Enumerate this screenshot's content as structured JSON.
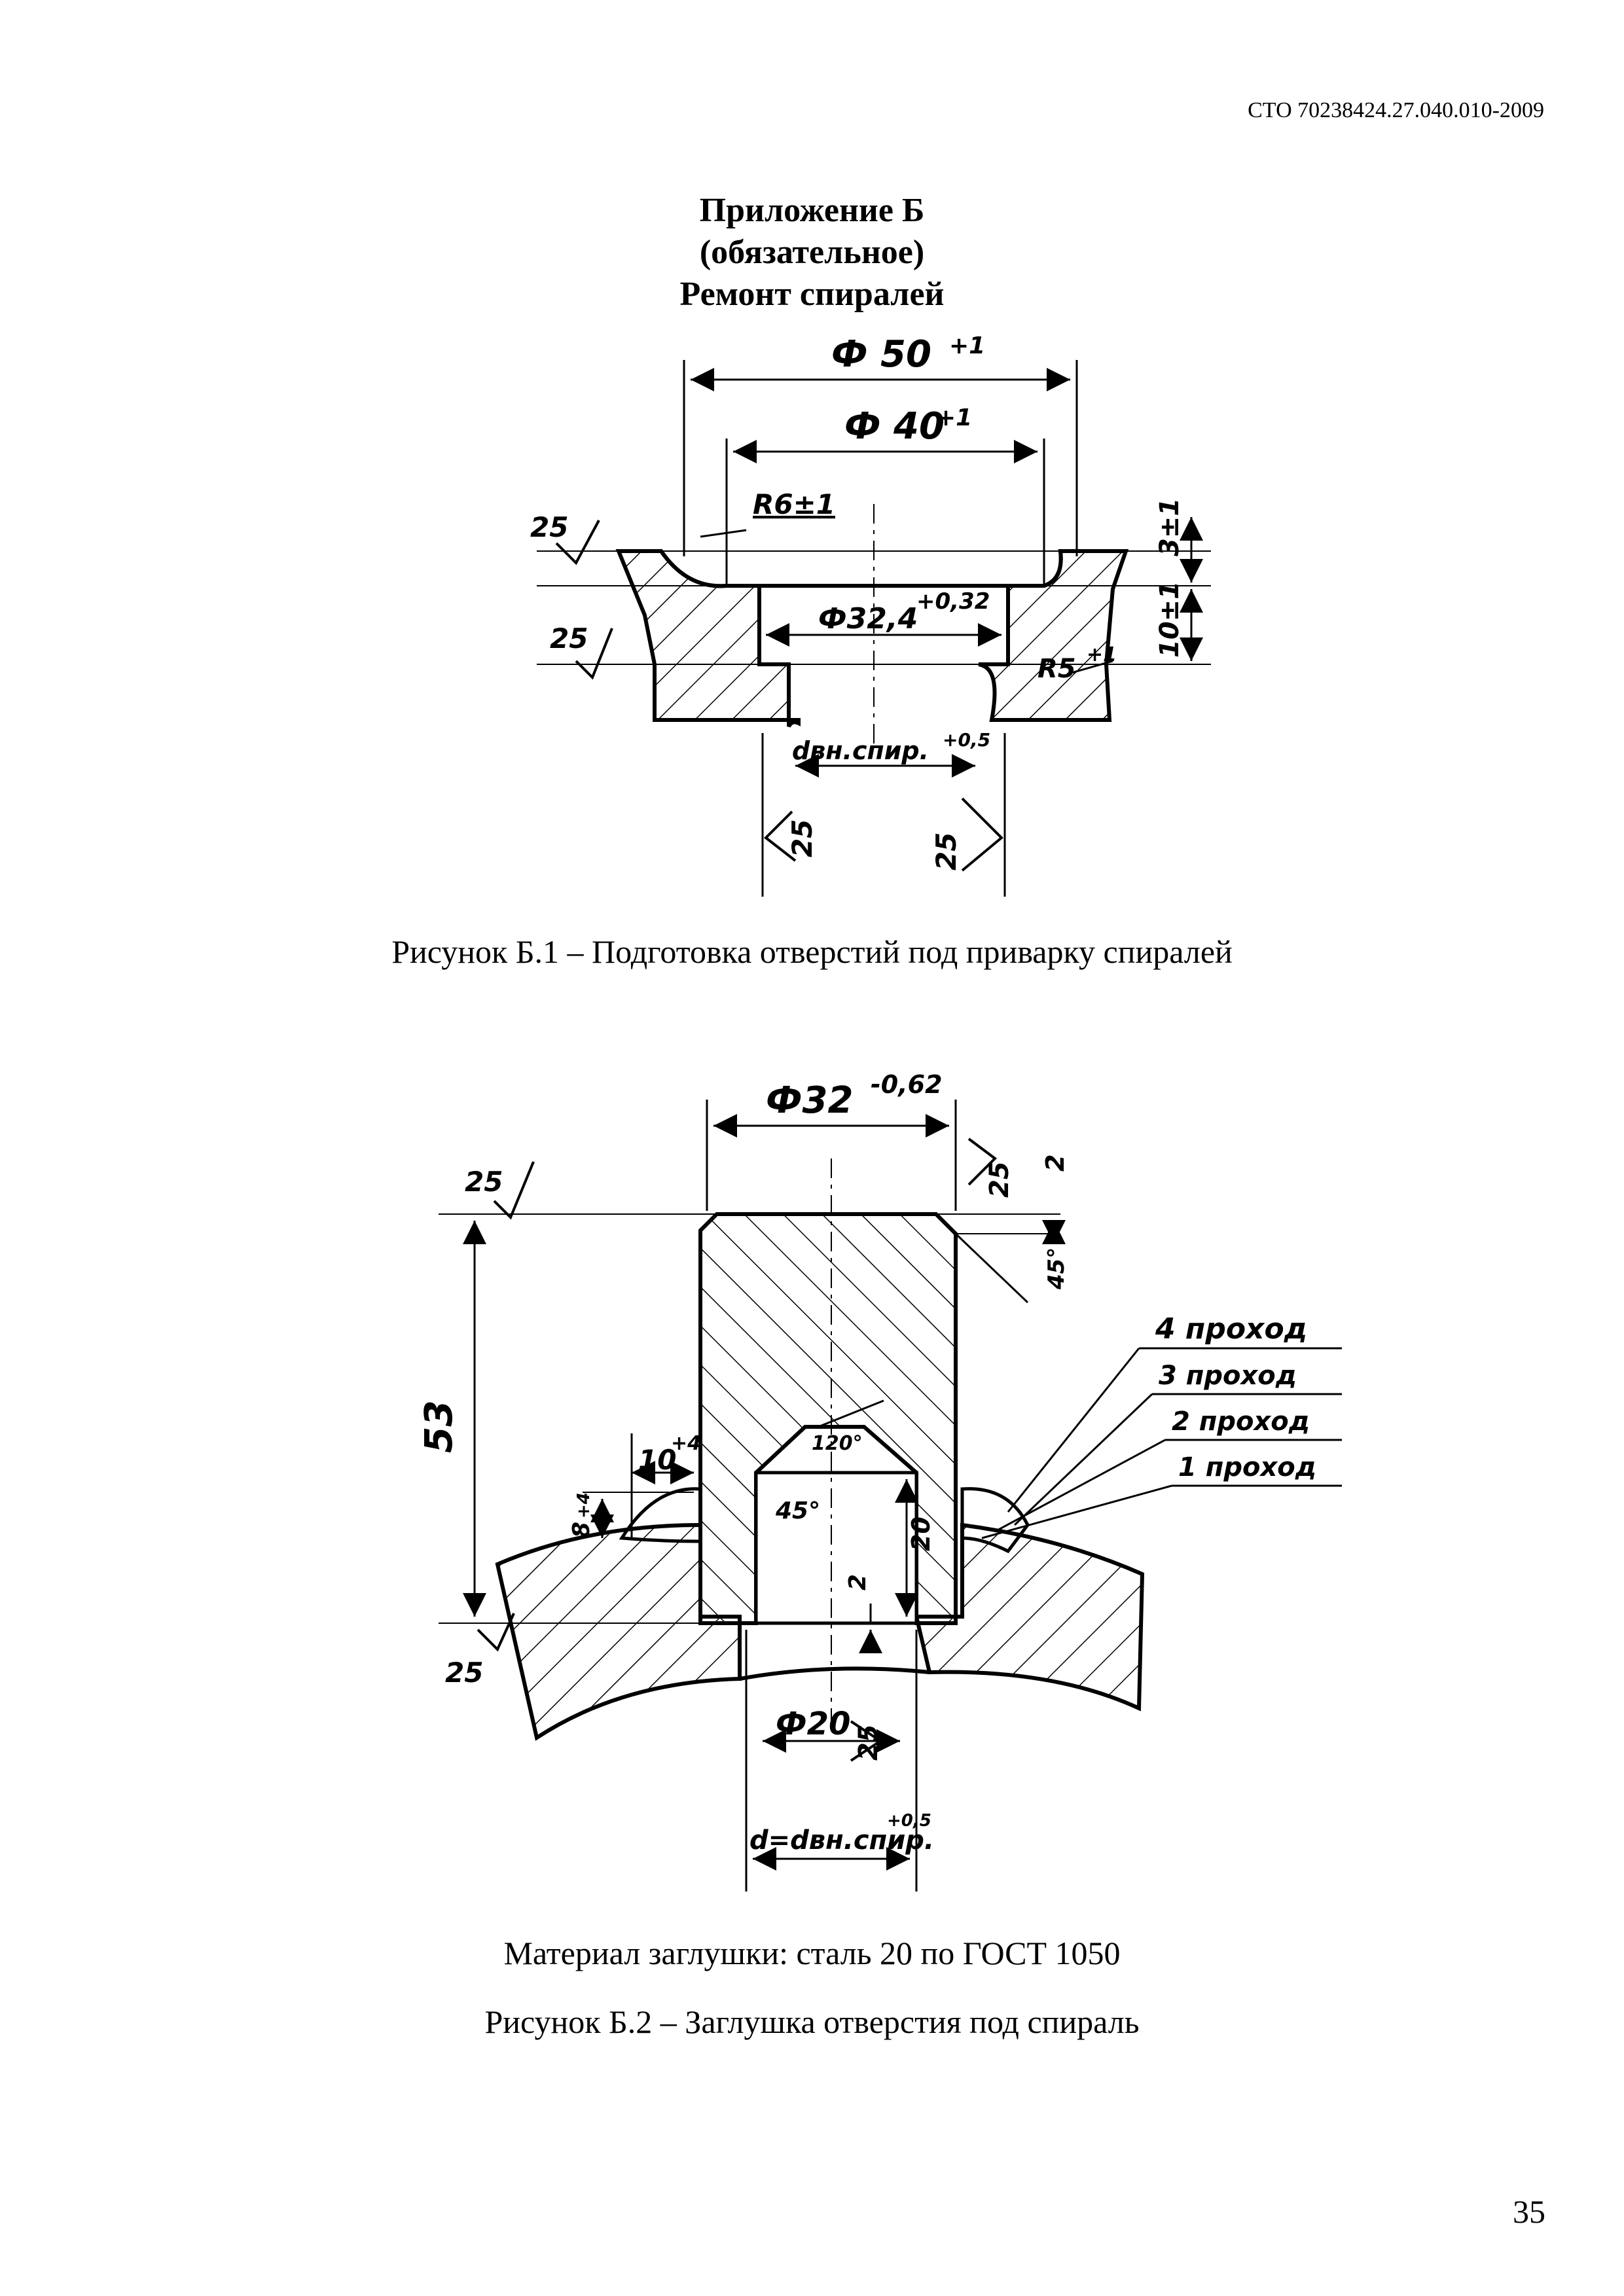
{
  "header": {
    "standard_code": "СТО 70238424.27.040.010-2009"
  },
  "appendix": {
    "title": "Приложение Б",
    "status": "(обязательное)",
    "subtitle": "Ремонт спиралей"
  },
  "figure1": {
    "caption": "Рисунок Б.1 – Подготовка отверстий под приварку спиралей",
    "dims": {
      "d50": "Ф 50",
      "d50_tol": "+1",
      "d40": "Ф 40",
      "d40_tol": "+1",
      "r6": "R6±1",
      "d32": "Ф32,4",
      "d32_tol": "+0,32",
      "r5": "R5",
      "r5_tol": "+1",
      "h3": "3±1",
      "h10": "10±1",
      "dvn": "dвн.спир.",
      "dvn_tol": "+0,5",
      "rough": "25"
    }
  },
  "figure2": {
    "material": "Материал заглушки: сталь 20 по ГОСТ 1050",
    "caption": "Рисунок Б.2 – Заглушка отверстия под спираль",
    "dims": {
      "d32": "Ф32",
      "d32_tol": "-0,62",
      "h53": "53",
      "w10": "10",
      "w10_tol": "+4",
      "h8": "8",
      "h8_tol": "+4",
      "a120": "120°",
      "a45_inner": "45°",
      "a45_outer": "45°",
      "c2_top": "2",
      "c2_inner": "2",
      "h20": "20",
      "d20": "Ф20",
      "d_formula": "d=dвн.спир.",
      "d_formula_tol": "+0,5",
      "rough": "25",
      "pass4": "4 проход",
      "pass3": "3 проход",
      "pass2": "2 проход",
      "pass1": "1 проход"
    }
  },
  "page_number": "35"
}
